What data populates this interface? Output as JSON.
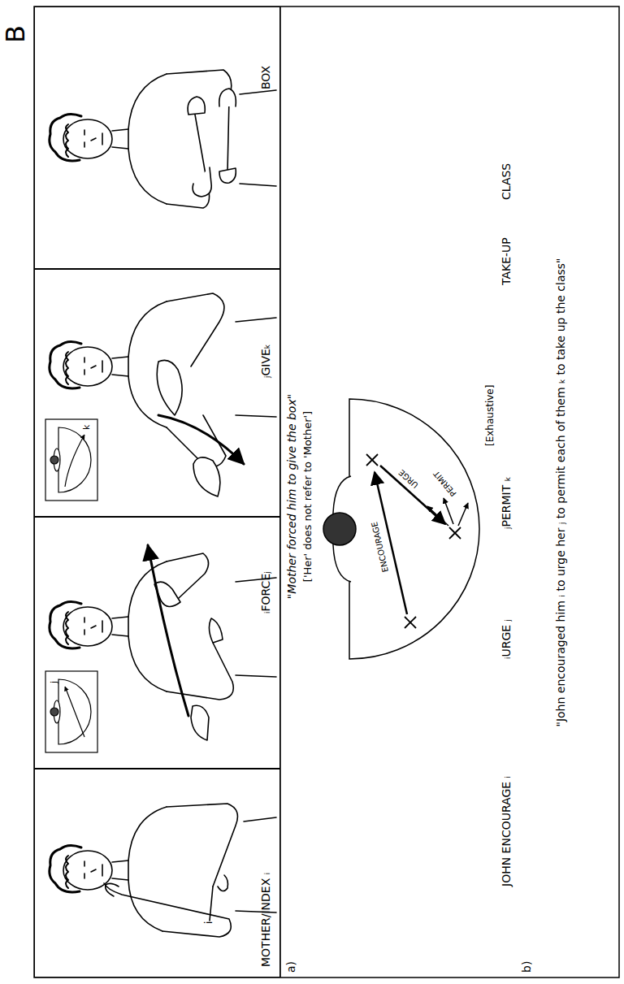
{
  "diagram": {
    "nodes": [
      {
        "text": [
          "MOTHER/INDEX ᵢ"
        ]
      },
      {
        "text": [
          "ᵢFORCEⱼ"
        ]
      },
      {
        "text": [
          "ⱼGIVEₖ"
        ]
      },
      {
        "text": [
          "BOX"
        ]
      }
    ],
    "labels": [
      "B",
      "a)",
      "\"Mother forced him to give the box\"",
      "['Her' does not refer to 'Mother']",
      "ENCOURAGE",
      "URGE",
      "PERMIT",
      "[Exhaustive]",
      "b)",
      "JOHN ENCOURAGE ᵢ",
      "ᵢURGE ⱼ",
      "ⱼPERMIT ₖ",
      "TAKE-UP",
      "CLASS",
      "\"John encouraged him ᵢ to urge her ⱼ to permit each of them ₖ to take up the class\"",
      "i",
      "j",
      "k"
    ]
  }
}
